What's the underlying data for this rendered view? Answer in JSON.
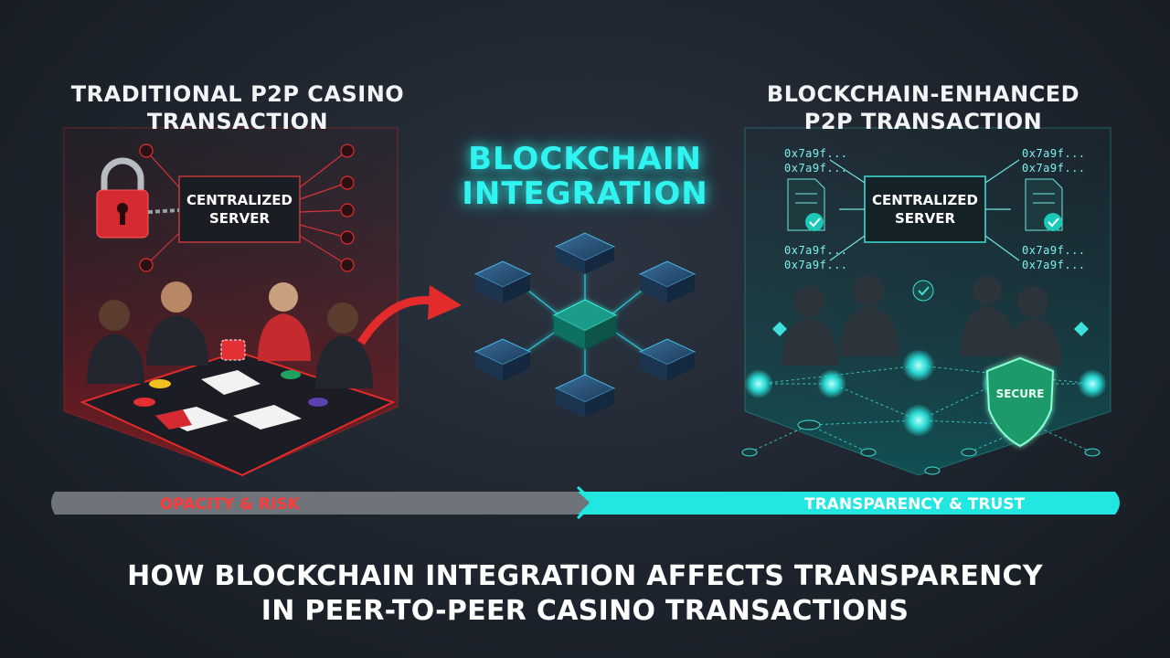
{
  "left_panel": {
    "title_line1": "TRADITIONAL P2P CASINO",
    "title_line2": "TRANSACTION",
    "server_line1": "CENTRALIZED",
    "server_line2": "SERVER"
  },
  "center": {
    "title_line1": "BLOCKCHAIN",
    "title_line2": "INTEGRATION"
  },
  "right_panel": {
    "title_line1": "BLOCKCHAIN-ENHANCED",
    "title_line2": "P2P TRANSACTION",
    "server_line1": "CENTRALIZED",
    "server_line2": "SERVER",
    "hashes": [
      "0x7a9f...",
      "0x7a9f...",
      "0x7a9f...",
      "0x7a9f...",
      "0x7a9f...",
      "0x7a9f...",
      "0x7a9f...",
      "0x7a9f..."
    ],
    "shield_label": "SECURE"
  },
  "progress_bar": {
    "left_label": "OPACITY & RISK",
    "right_label": "TRANSPARENCY & TRUST"
  },
  "footer": {
    "line1": "HOW BLOCKCHAIN INTEGRATION AFFECTS TRANSPARENCY",
    "line2": "IN PEER-TO-PEER CASINO TRANSACTIONS"
  },
  "colors": {
    "risk_red": "#e32b2b",
    "trust_cyan": "#22e6e0",
    "background": "#1d232c"
  }
}
